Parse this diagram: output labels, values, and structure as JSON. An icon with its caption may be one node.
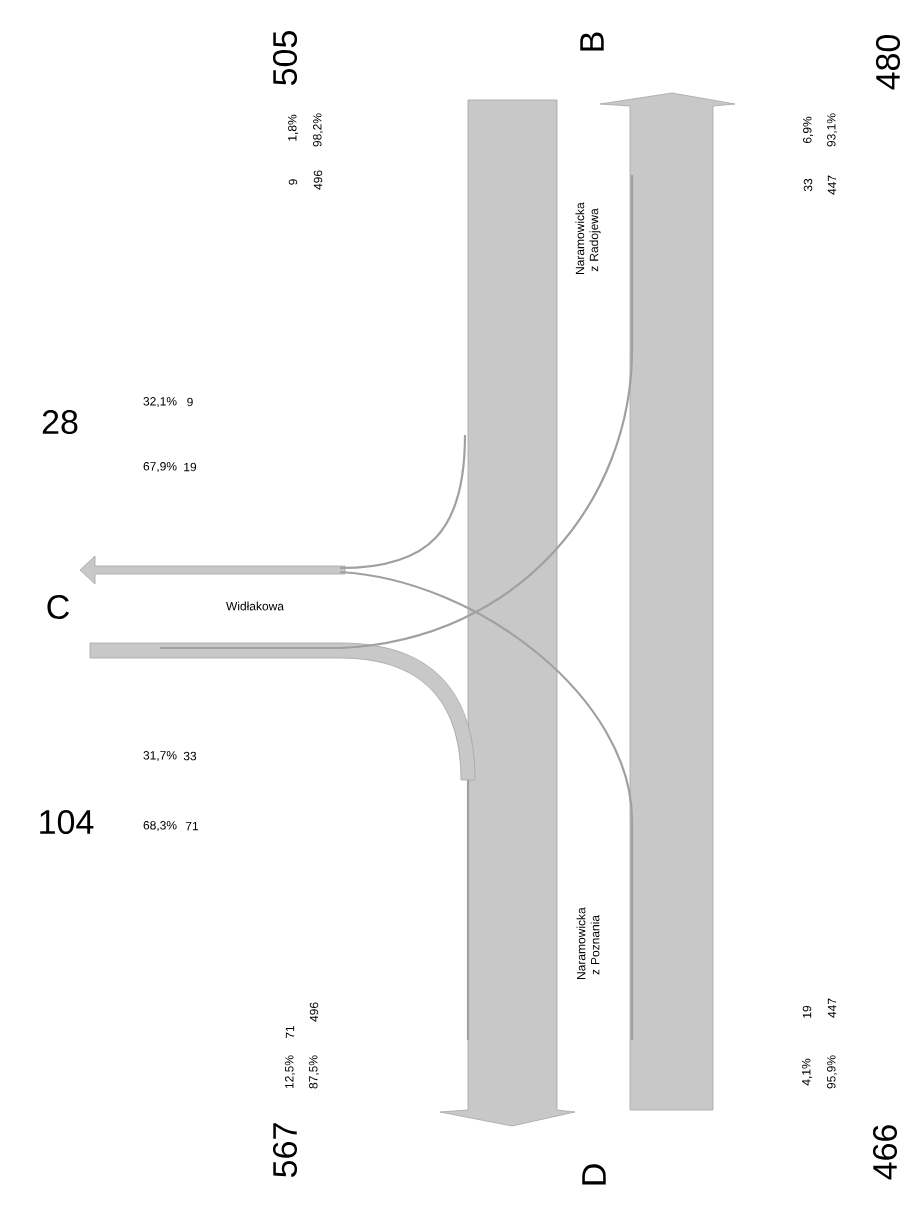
{
  "diagram": {
    "labels": [
      "505",
      "B",
      "480",
      "1,8%",
      "98,2%",
      "9",
      "496",
      "6,9%",
      "93,1%",
      "33",
      "447",
      "Naramowicka z Radojewa",
      "32,1%",
      "9",
      "28",
      "67,9%",
      "19",
      "C",
      "Widłakowa",
      "31,7%",
      "33",
      "104",
      "68,3%",
      "71",
      "Naramowicka z Poznania",
      "71",
      "496",
      "12,5%",
      "87,5%",
      "19",
      "447",
      "4,1%",
      "95,9%",
      "567",
      "D",
      "466"
    ]
  }
}
